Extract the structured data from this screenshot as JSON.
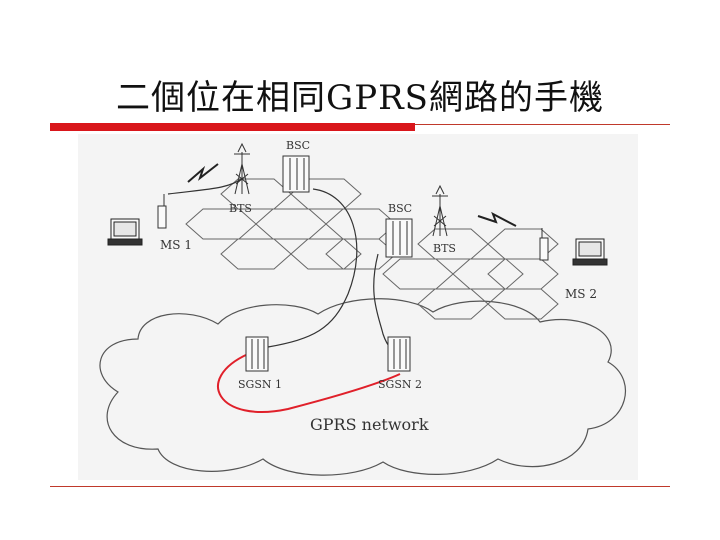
{
  "slide": {
    "title": "二個位在相同GPRS網路的手機"
  },
  "diagram": {
    "labels": {
      "bsc_left": "BSC",
      "bsc_right": "BSC",
      "bts_left": "BTS",
      "bts_right": "BTS",
      "ms1": "MS 1",
      "ms2": "MS 2",
      "sgsn1": "SGSN 1",
      "sgsn2": "SGSN 2",
      "network": "GPRS network"
    },
    "colors": {
      "highlight_link": "#e0202a",
      "accent_bar": "#d9161b",
      "figure_bg": "#f4f4f4"
    },
    "icons": [
      "laptop-icon",
      "phone-icon",
      "antenna-tower-icon",
      "radio-link-icon",
      "server-rack-icon",
      "cloud-shape"
    ]
  }
}
